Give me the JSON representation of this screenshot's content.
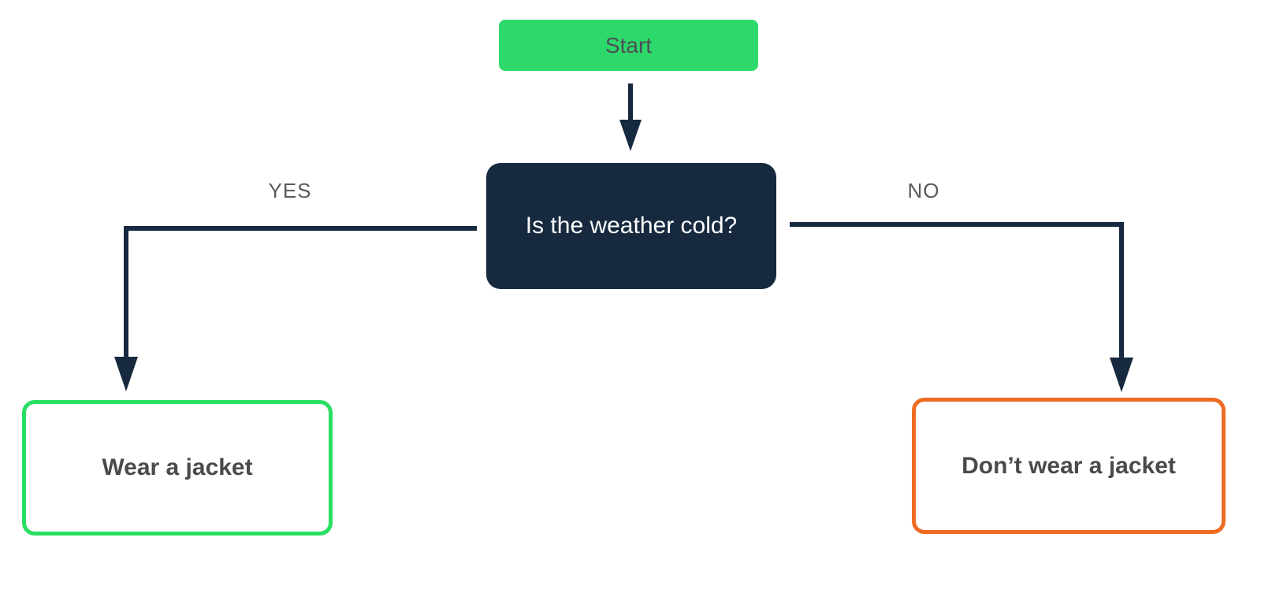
{
  "diagram": {
    "type": "flowchart",
    "nodes": {
      "start": {
        "label": "Start",
        "shape": "rounded-rect",
        "fill": "green"
      },
      "decision": {
        "label": "Is the weather cold?",
        "shape": "rounded-rect",
        "fill": "navy"
      },
      "yes_outcome": {
        "label": "Wear a jacket",
        "shape": "rounded-rect-outline",
        "border": "green"
      },
      "no_outcome": {
        "label": "Don’t wear a jacket",
        "shape": "rounded-rect-outline",
        "border": "orange"
      }
    },
    "edges": {
      "start_to_decision": {
        "from": "start",
        "to": "decision",
        "label": ""
      },
      "yes": {
        "from": "decision",
        "to": "yes_outcome",
        "label": "YES"
      },
      "no": {
        "from": "decision",
        "to": "no_outcome",
        "label": "NO"
      }
    }
  },
  "colors": {
    "start-fill": "#2ED96B",
    "start-text": "#4C4F54",
    "navy": "#16293E",
    "label-gray": "#595A5C",
    "outcome-text": "#4A4A4A",
    "yes-border": "#29DF63",
    "no-border": "#EE6B23"
  }
}
